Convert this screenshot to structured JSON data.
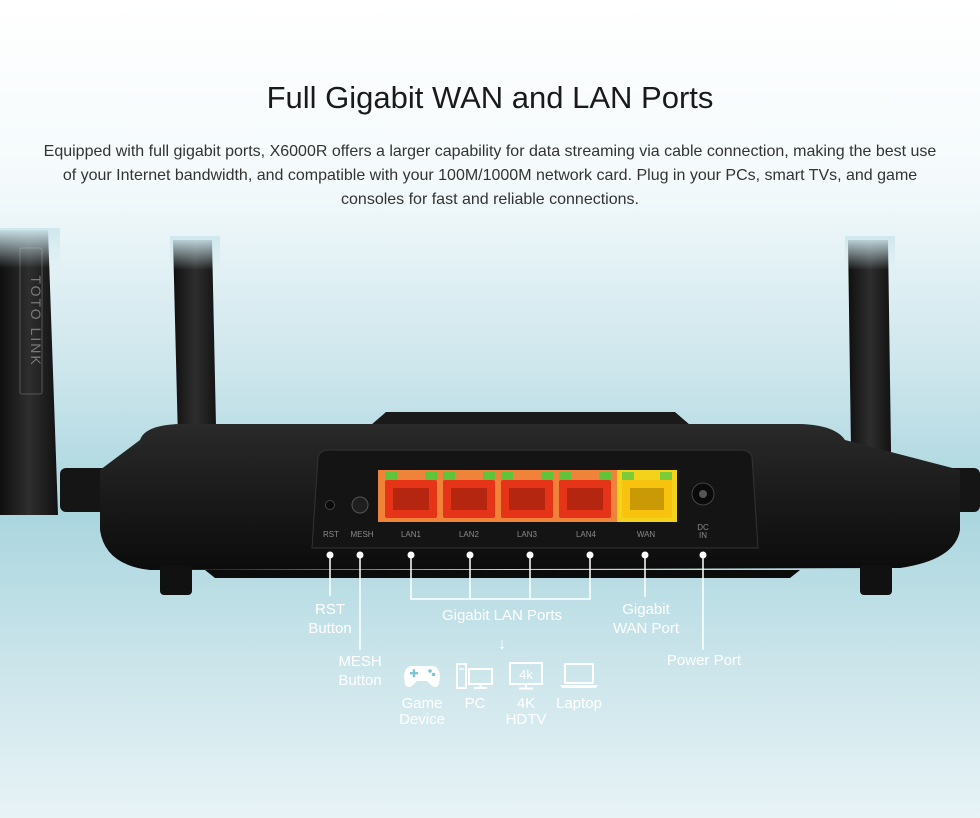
{
  "heading": {
    "title": "Full Gigabit WAN and LAN Ports",
    "description": "Equipped with full gigabit ports, X6000R offers a larger capability for data streaming via cable connection, making the best use of your Internet bandwidth, and compatible with your 100M/1000M network card. Plug in your PCs, smart TVs, and game consoles for fast and reliable connections."
  },
  "router": {
    "brand_text": "TOTO LINK",
    "port_labels": {
      "rst": "RST",
      "mesh": "MESH",
      "lan1": "LAN1",
      "lan2": "LAN2",
      "lan3": "LAN3",
      "lan4": "LAN4",
      "wan": "WAN",
      "dc_top": "DC",
      "dc_bottom": "IN"
    },
    "colors": {
      "lan": "#e63418",
      "wan": "#f3d21c",
      "body": "#1b1b1b"
    }
  },
  "callouts": {
    "rst": {
      "line1": "RST",
      "line2": "Button"
    },
    "mesh": {
      "line1": "MESH",
      "line2": "Button"
    },
    "lan": {
      "label": "Gigabit LAN Ports",
      "arrow": "↓"
    },
    "wan": {
      "line1": "Gigabit",
      "line2": "WAN Port"
    },
    "power": {
      "label": "Power Port"
    }
  },
  "devices": [
    {
      "icon": "gamepad-icon",
      "line1": "Game",
      "line2": "Device"
    },
    {
      "icon": "pc-icon",
      "line1": "PC",
      "line2": ""
    },
    {
      "icon": "tv-4k-icon",
      "line1": "4K",
      "line2": "HDTV",
      "badge": "4k"
    },
    {
      "icon": "laptop-icon",
      "line1": "Laptop",
      "line2": ""
    }
  ]
}
